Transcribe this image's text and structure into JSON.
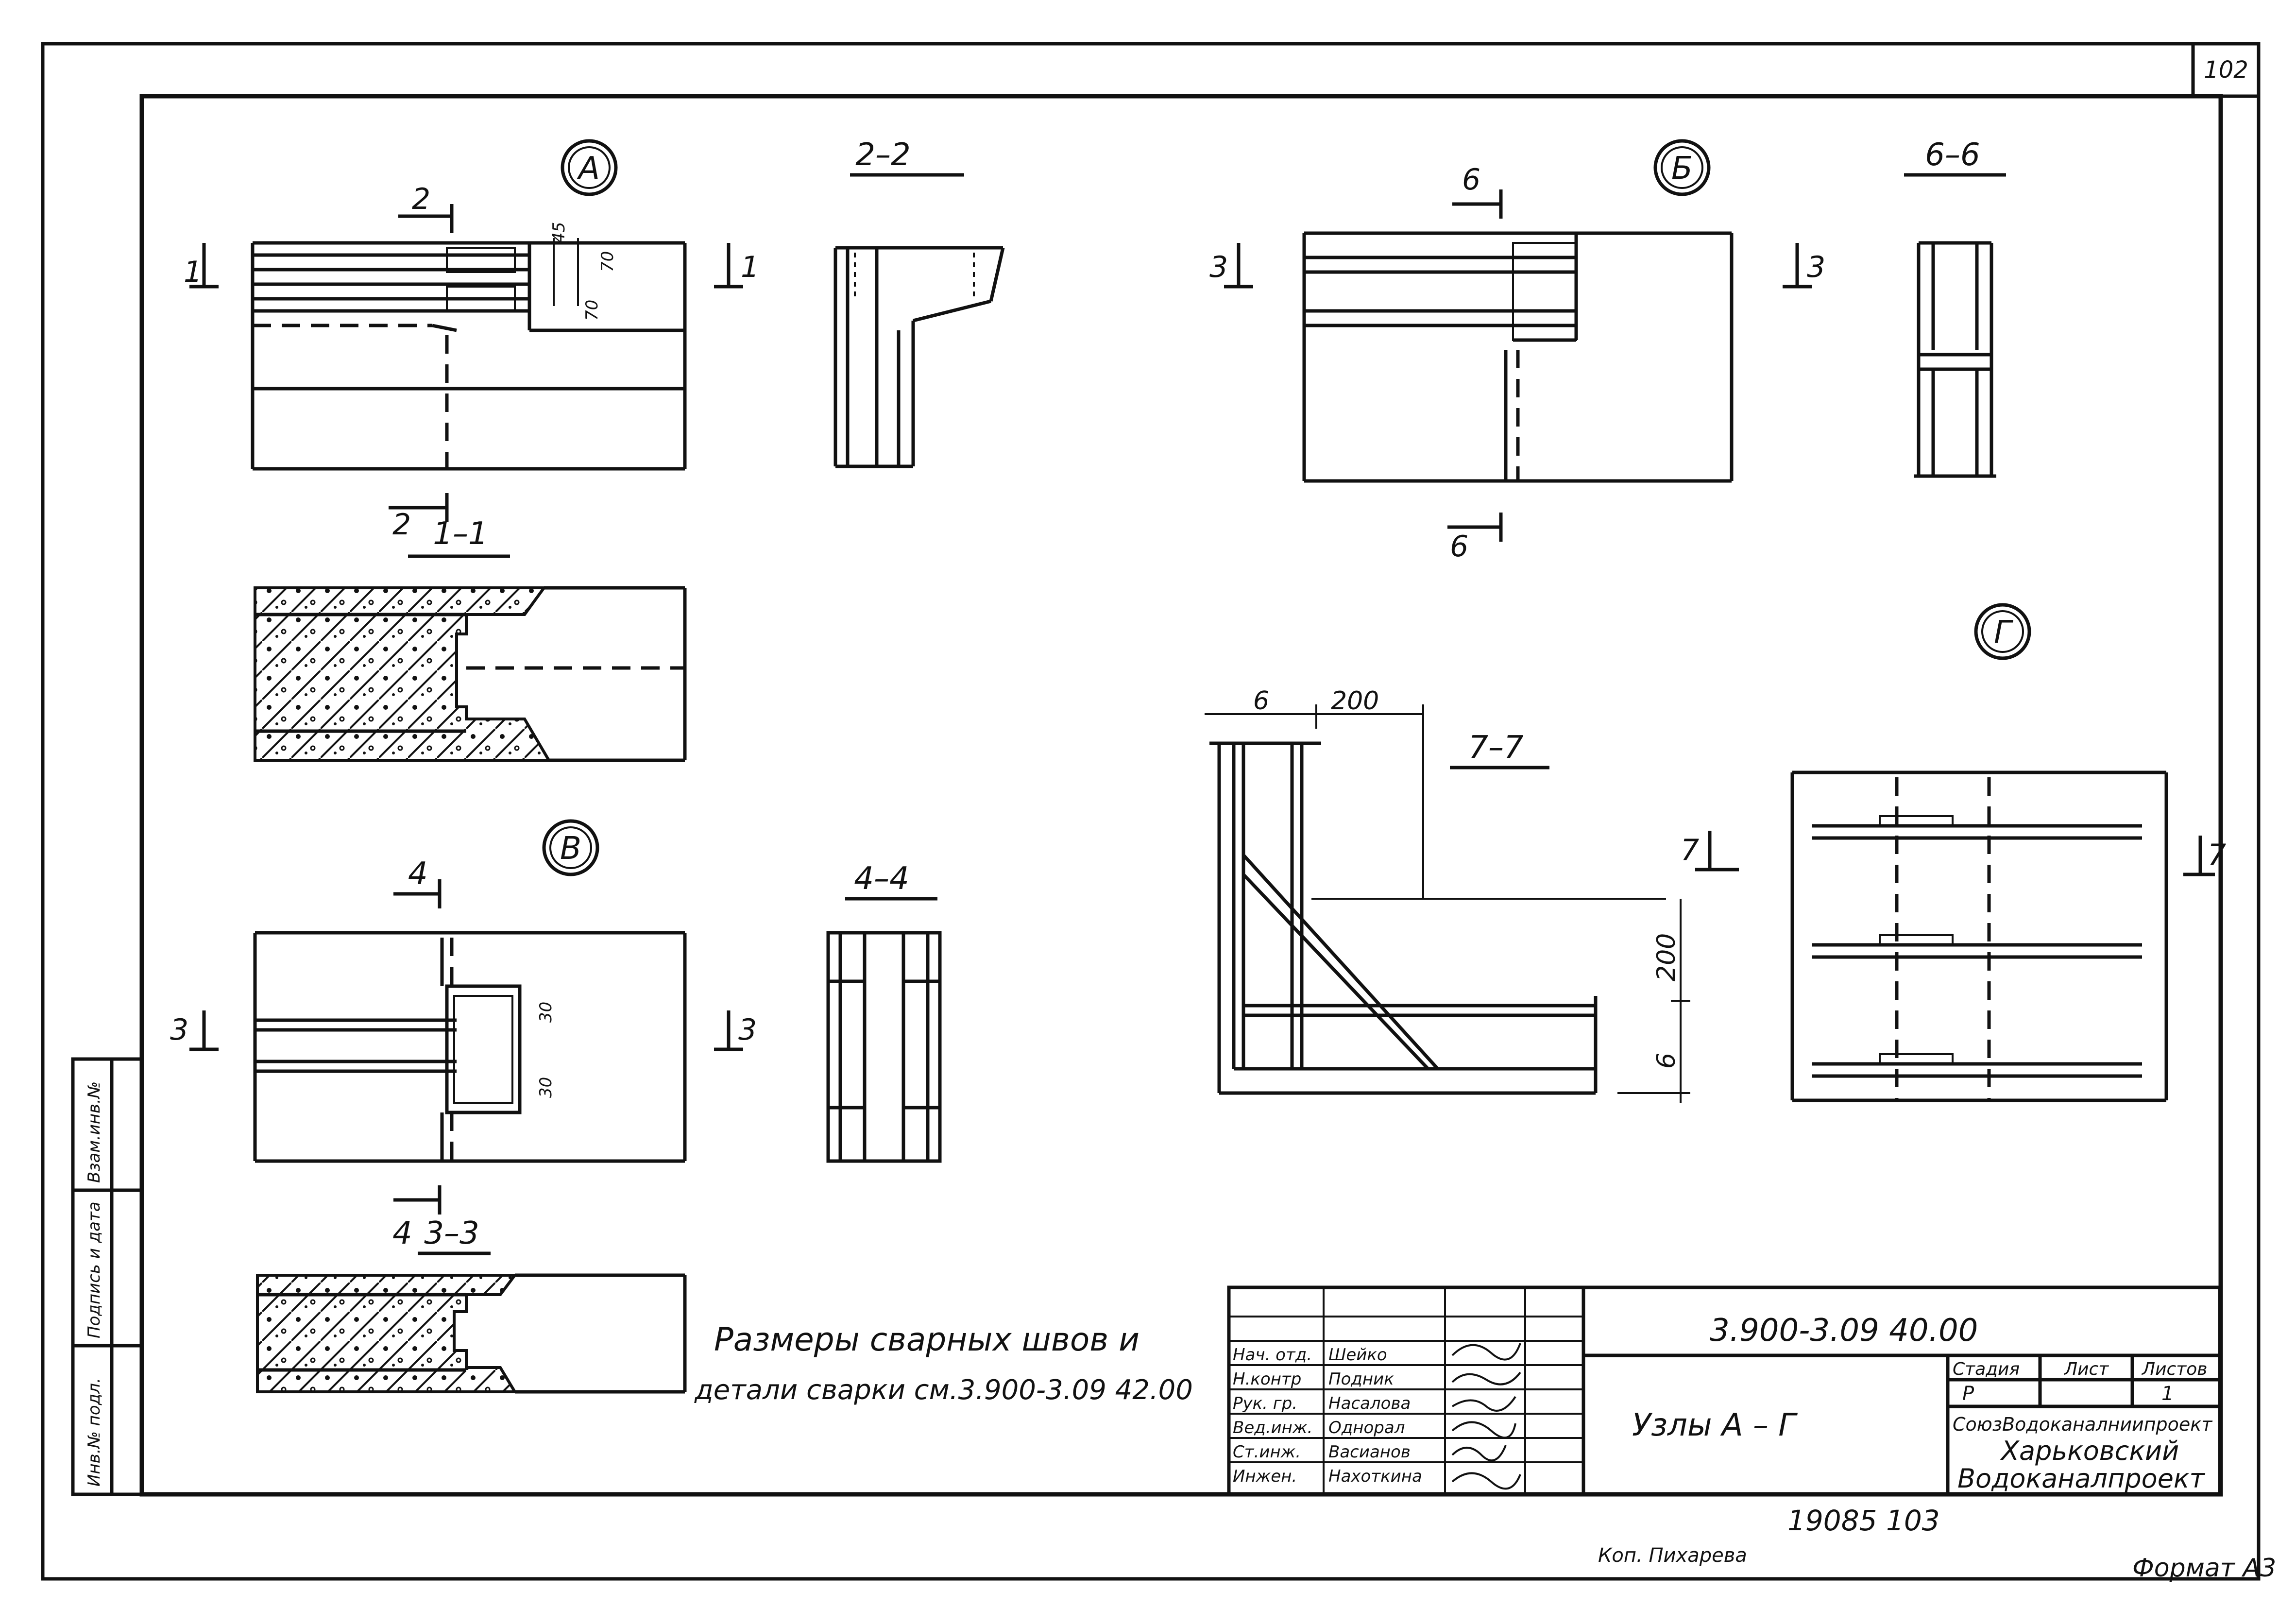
{
  "sheet": {
    "page_number": "102",
    "format_label": "Формат А3",
    "copied_by": "Коп. Пихарева",
    "archive_number": "19085 103"
  },
  "side_stamp": {
    "cells": [
      "Инв.№ подл.",
      "Подпись и дата",
      "Взам.инв.№"
    ]
  },
  "details": {
    "node_a": "А",
    "node_b": "Б",
    "node_v": "В",
    "node_g": "Г"
  },
  "sections": {
    "s11": "1–1",
    "s22": "2–2",
    "s33": "3–3",
    "s44": "4–4",
    "s66": "6–6",
    "s77": "7–7"
  },
  "cut_marks": {
    "m1": "1",
    "m2": "2",
    "m3": "3",
    "m4": "4",
    "m6": "6",
    "m7": "7"
  },
  "dimensions": {
    "a_top": "45",
    "a_70_left": "70",
    "a_70_right": "70",
    "v_30_top": "30",
    "v_30_bottom": "30",
    "g_6_top": "6",
    "g_200_top": "200",
    "g_200_right": "200",
    "g_6_right": "6"
  },
  "note": {
    "line1": "Размеры сварных швов и",
    "line2": "детали сварки см.3.900-3.09 42.00"
  },
  "title_block": {
    "designation": "3.900-3.09 40.00",
    "title": "Узлы А – Г",
    "stage_header": "Стадия",
    "sheet_header": "Лист",
    "sheets_header": "Листов",
    "stage": "Р",
    "sheet": "1",
    "org_1": "СоюзВодоканалниипроект",
    "org_2": "Харьковский",
    "org_3": "Водоканалпроект",
    "staff": [
      {
        "role": "Нач. отд.",
        "name": "Шейко"
      },
      {
        "role": "Н.контр",
        "name": "Подник"
      },
      {
        "role": "Рук. гр.",
        "name": "Насалова"
      },
      {
        "role": "Вед.инж.",
        "name": "Однорал"
      },
      {
        "role": "Ст.инж.",
        "name": "Васианов"
      },
      {
        "role": "Инжен.",
        "name": "Нахоткина"
      }
    ]
  }
}
